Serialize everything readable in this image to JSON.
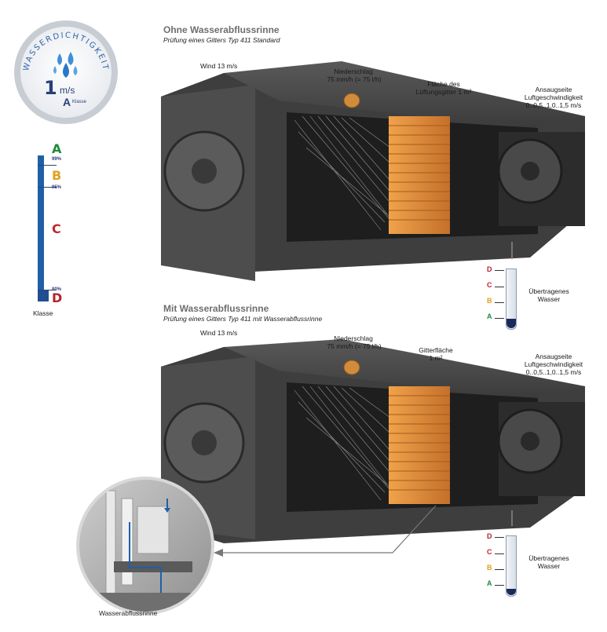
{
  "badge": {
    "arc_text": "WASSERDICHTIGKEIT",
    "speed_value": "1",
    "speed_unit": "m/s",
    "class_letter": "A",
    "class_word": "Klasse"
  },
  "class_scale": {
    "letters": [
      {
        "letter": "A",
        "color": "#1f8a3a"
      },
      {
        "letter": "B",
        "color": "#e0a020"
      },
      {
        "letter": "C",
        "color": "#c0272d"
      },
      {
        "letter": "D",
        "color": "#b2242b"
      }
    ],
    "percents": [
      "99%",
      "95%",
      "80%"
    ],
    "caption": "Klasse"
  },
  "section1": {
    "title": "Ohne Wasserabflussrinne",
    "subtitle": "Prüfung eines Gitters Typ 411 Standard",
    "wind": "Wind 13 m/s",
    "rain_line1": "Niederschlag",
    "rain_line2": "75 mm/h (= 75 l/h)",
    "grid_line1": "Fläche des",
    "grid_line2": "Lüftungsgitter 1 m²",
    "intake_line1": "Ansaugseite",
    "intake_line2": "Luftgeschwindigkeit",
    "intake_line3": "0..0,5..1,0..1,5 m/s",
    "water_line1": "Übertragenes",
    "water_line2": "Wasser",
    "tube_letters": [
      "D",
      "C",
      "B",
      "A"
    ]
  },
  "section2": {
    "title": "Mit Wasserabflussrinne",
    "subtitle": "Prüfung eines Gitters Typ 411 mit Wasserabflussrinne",
    "wind": "Wind 13 m/s",
    "rain_line1": "Niederschlag",
    "rain_line2": "75 mm/h (= 75 l/h)",
    "grid_line1": "Gitterfläche",
    "grid_line2": "1 m²",
    "intake_line1": "Ansaugseite",
    "intake_line2": "Luftgeschwindigkeit",
    "intake_line3": "0..0,5..1,0..1,5 m/s",
    "water_line1": "Übertragenes",
    "water_line2": "Wasser",
    "tube_letters": [
      "D",
      "C",
      "B",
      "A"
    ]
  },
  "detail": {
    "caption": "Wasserabflussrinne"
  },
  "colors": {
    "chamber": "#4a4949",
    "chamber_dark": "#2f2e2e",
    "louver": "#e08a2c",
    "scale_blue": "#1f5fa8",
    "letter_a": "#1f8a3a",
    "letter_b": "#e0a020",
    "letter_c": "#c0272d",
    "letter_d": "#b2242b"
  }
}
